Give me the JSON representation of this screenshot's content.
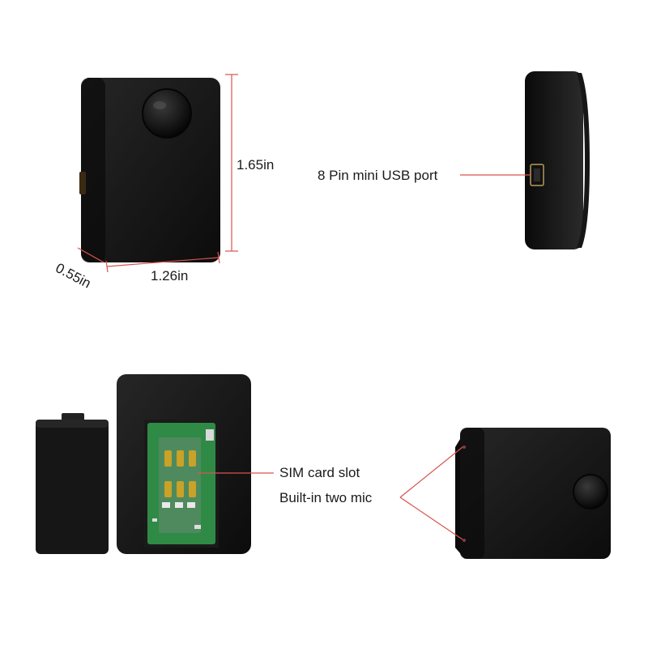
{
  "annotations": {
    "height": "1.65in",
    "width": "1.26in",
    "depth": "0.55in",
    "usb_port": "8 Pin mini USB port",
    "sim_slot": "SIM card slot",
    "mic": "Built-in two mic"
  },
  "colors": {
    "device_body": "#121212",
    "device_edge": "#2b2b2b",
    "dimension_line": "#d9534f",
    "pcb": "#2f8a45",
    "gold_contact": "#c9a227",
    "text": "#1a1a1a"
  }
}
